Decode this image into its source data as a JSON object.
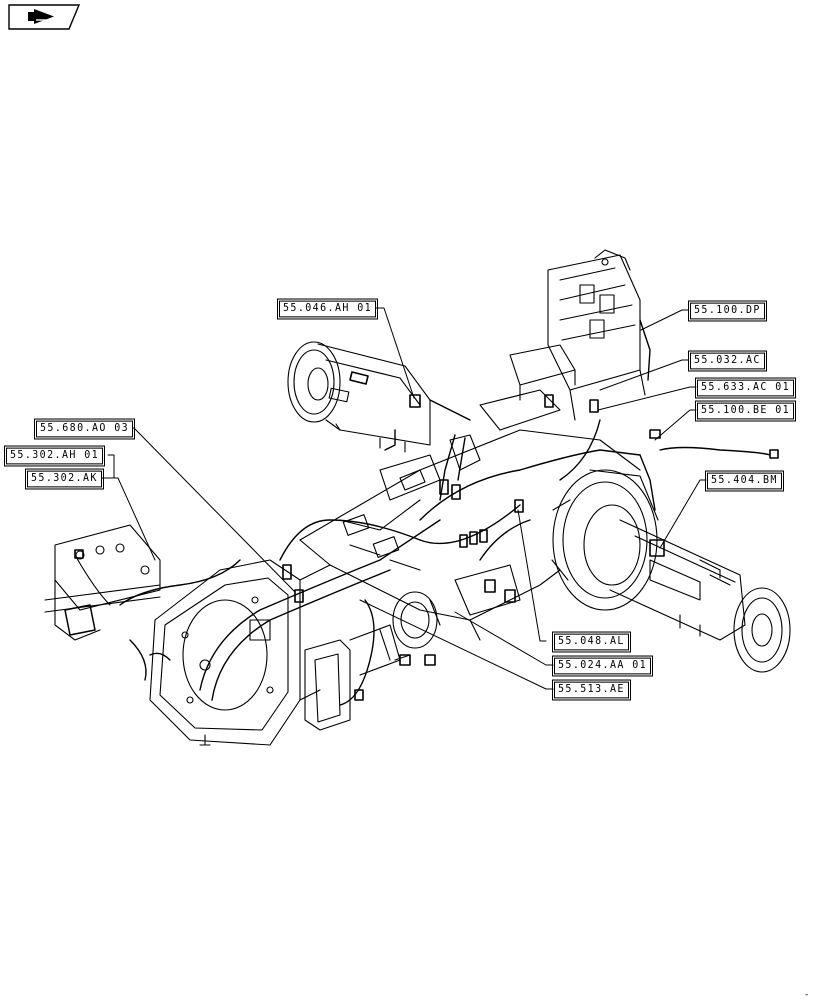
{
  "nav_icon": "forward-arrow-icon",
  "callouts": {
    "c1": "55.046.AH 01",
    "c2": "55.100.DP",
    "c3": "55.032.AC",
    "c4": "55.633.AC 01",
    "c5": "55.100.BE 01",
    "c6": "55.680.AO 03",
    "c7": "55.302.AH 01",
    "c8": "55.302.AK",
    "c9": "55.404.BM",
    "c10": "55.048.AL",
    "c11": "55.024.AA 01",
    "c12": "55.513.AE"
  },
  "page_mark": "-"
}
